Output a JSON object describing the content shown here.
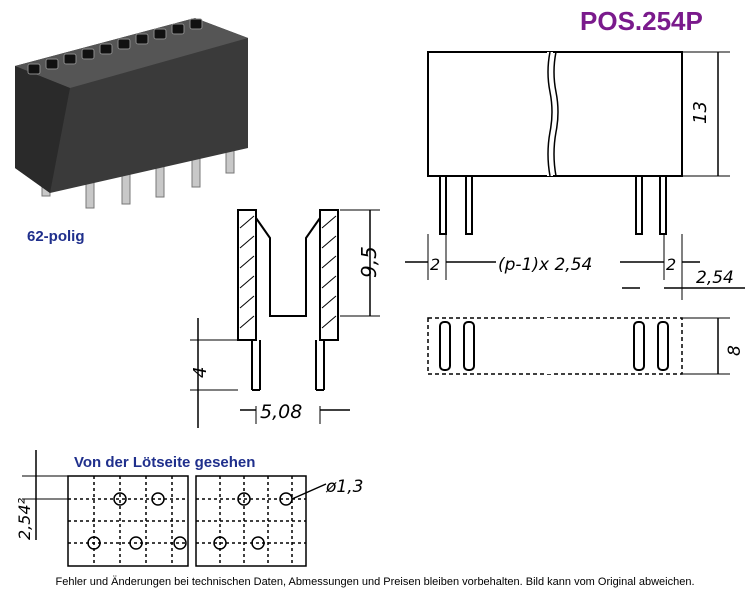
{
  "header": {
    "product_code": "POS.254P"
  },
  "photo": {
    "caption": "62-polig"
  },
  "dimensions": {
    "height": "13",
    "pitch_edge_left": "2",
    "pitch_formula": "(p-1)x 2,54",
    "pitch_edge_right": "2",
    "pitch": "2,54",
    "width": "8",
    "contact_height": "9,5",
    "pin_length": "4",
    "pin_spacing": "5,08",
    "hole_diameter": "ø1,3",
    "grid": "2,54²"
  },
  "solder_view": {
    "title": "Von der Lötseite gesehen"
  },
  "footer": {
    "disclaimer": "Fehler und Änderungen bei technischen Daten, Abmessungen und Preisen bleiben vorbehalten. Bild kann vom Original abweichen."
  }
}
